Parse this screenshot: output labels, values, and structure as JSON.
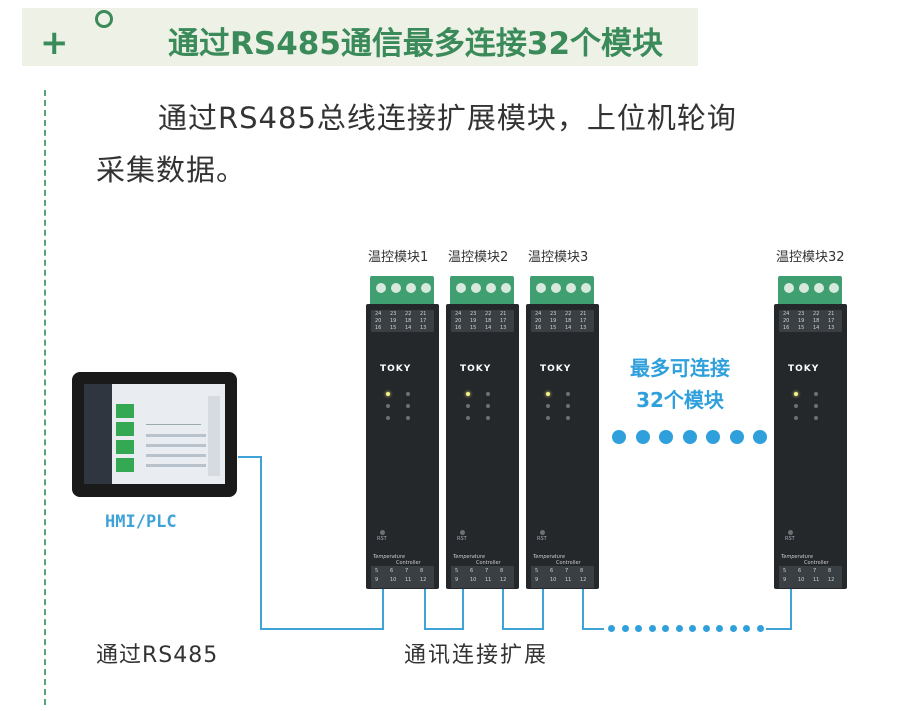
{
  "banner": {
    "title": "通过RS485通信最多连接32个模块",
    "plus": "+"
  },
  "intro": {
    "line1": "通过RS485总线连接扩展模块，上位机轮询",
    "line2": "采集数据。"
  },
  "hmi": {
    "label": "HMI/PLC"
  },
  "modules": [
    {
      "label": "温控模块1"
    },
    {
      "label": "温控模块2"
    },
    {
      "label": "温控模块3"
    },
    {
      "label": "温控模块32"
    }
  ],
  "module_face": {
    "logo": "TOKY",
    "terminal_top": [
      "24",
      "23",
      "22",
      "21",
      "20",
      "19",
      "18",
      "17",
      "16",
      "15",
      "14",
      "13"
    ],
    "terminal_bottom": [
      "5",
      "6",
      "7",
      "8",
      "9",
      "10",
      "11",
      "12"
    ],
    "rst": "RST",
    "caption1": "Temperature",
    "caption2": "Controller"
  },
  "center": {
    "line1": "最多可连接",
    "line2": "32个模块"
  },
  "bottom": {
    "left": "通过RS485",
    "middle": "通讯连接扩展"
  },
  "colors": {
    "accent_green": "#3a8a5a",
    "wire_blue": "#3fa3d8",
    "module_body": "#24282b",
    "terminal_green": "#3f9f70"
  }
}
